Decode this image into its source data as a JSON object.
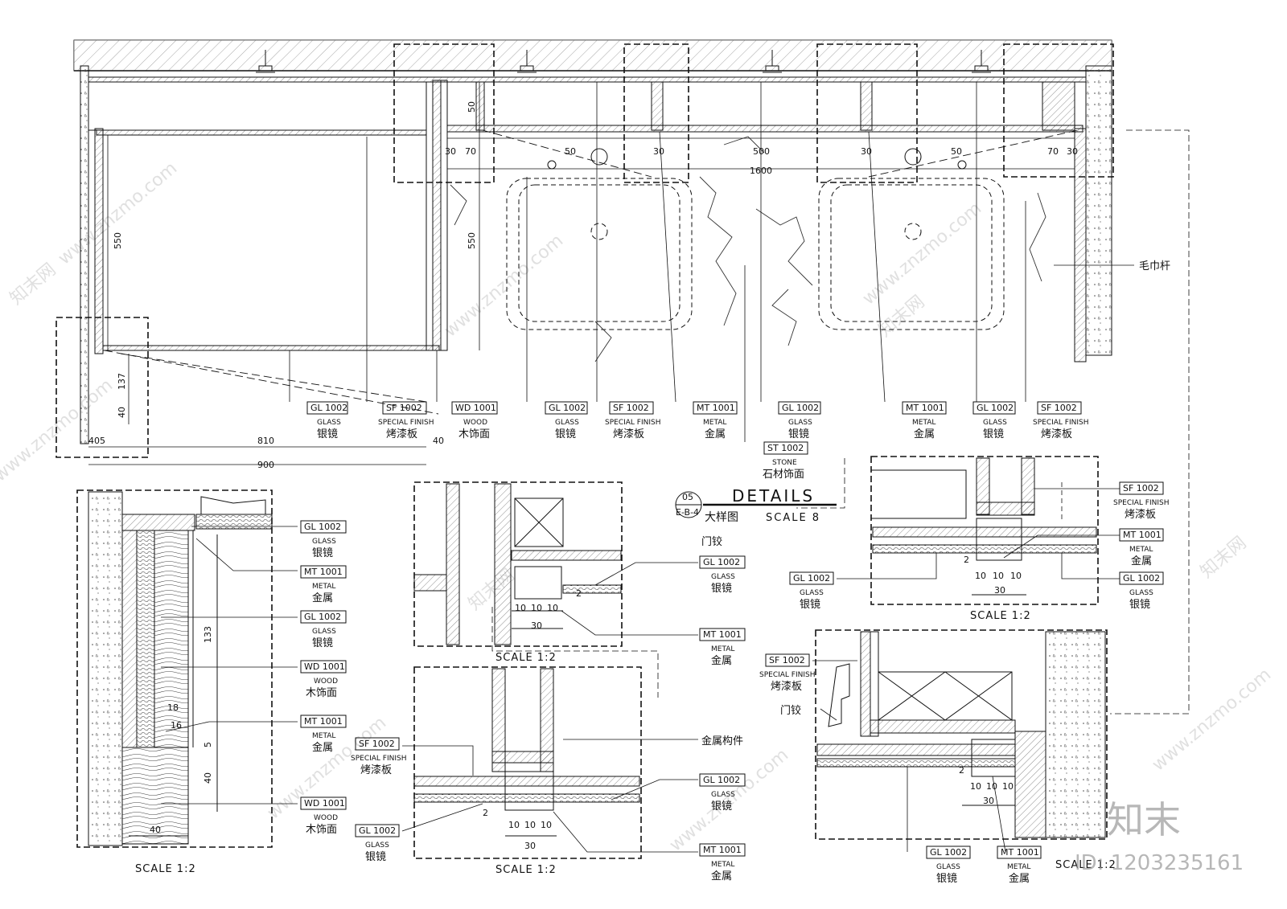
{
  "callouts": {
    "glass": {
      "code": "GL 1002",
      "en": "GLASS",
      "cn": "银镜"
    },
    "special_finish": {
      "code": "SF 1002",
      "en": "SPECIAL FINISH",
      "cn": "烤漆板"
    },
    "wood": {
      "code": "WD 1001",
      "en": "WOOD",
      "cn": "木饰面"
    },
    "metal": {
      "code": "MT 1001",
      "en": "METAL",
      "cn": "金属"
    },
    "stone": {
      "code": "ST 1002",
      "en": "STONE",
      "cn": "石材饰面"
    }
  },
  "labels": {
    "towel_bar": "毛巾杆",
    "hinge": "门铰",
    "metal_part": "金属构件"
  },
  "details_title": {
    "number": "05",
    "sheet": "E-B-4",
    "en": "DETAILS",
    "cn": "大样图",
    "scale": "SCALE 8"
  },
  "scale_1_2": "SCALE 1:2",
  "dims": {
    "d550": "550",
    "d137": "137",
    "d40": "40",
    "d405": "405",
    "d810": "810",
    "d900": "900",
    "d30": "30",
    "d70": "70",
    "d50": "50",
    "d500": "500",
    "d1600": "1600",
    "d133": "133",
    "d18": "18",
    "d16": "16",
    "d5": "5",
    "d10": "10",
    "d2": "2"
  },
  "watermark": {
    "site": "www.znzmo.com",
    "brand": "知末网",
    "logo": "知末",
    "id": "ID: 1203235161"
  }
}
